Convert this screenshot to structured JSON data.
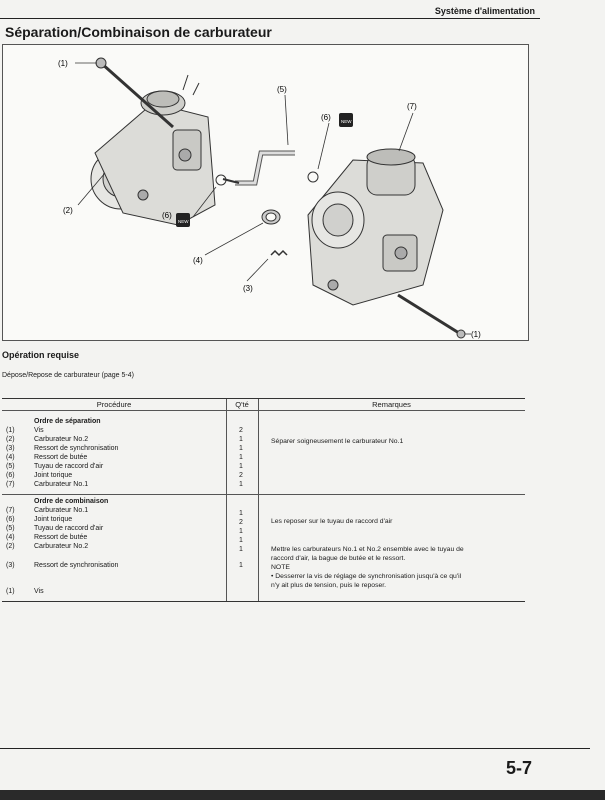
{
  "header": {
    "section": "Système d'alimentation",
    "title": "Séparation/Combinaison de carburateur"
  },
  "figure": {
    "callouts": [
      "(1)",
      "(2)",
      "(3)",
      "(4)",
      "(5)",
      "(6)",
      "(7)"
    ],
    "new_tag": "NEW"
  },
  "operation": {
    "title": "Opération requise",
    "text": "Dépose/Repose de carburateur (page 5-4)"
  },
  "table": {
    "headers": {
      "procedure": "Procédure",
      "qty": "Q'té",
      "remarks": "Remarques"
    },
    "separation": {
      "subtitle": "Ordre de séparation",
      "rows": [
        {
          "num": "(1)",
          "part": "Vis",
          "qty": "2"
        },
        {
          "num": "(2)",
          "part": "Carburateur No.2",
          "qty": "1"
        },
        {
          "num": "(3)",
          "part": "Ressort de synchronisation",
          "qty": "1"
        },
        {
          "num": "(4)",
          "part": "Ressort de butée",
          "qty": "1"
        },
        {
          "num": "(5)",
          "part": "Tuyau de raccord d'air",
          "qty": "1"
        },
        {
          "num": "(6)",
          "part": "Joint torique",
          "qty": "2"
        },
        {
          "num": "(7)",
          "part": "Carburateur No.1",
          "qty": "1"
        }
      ],
      "remark": "Séparer soigneusement le carburateur No.1"
    },
    "combination": {
      "subtitle": "Ordre de combinaison",
      "rows": [
        {
          "num": "(7)",
          "part": "Carburateur No.1",
          "qty": "1"
        },
        {
          "num": "(6)",
          "part": "Joint torique",
          "qty": "2"
        },
        {
          "num": "(5)",
          "part": "Tuyau de raccord d'air",
          "qty": "1"
        },
        {
          "num": "(4)",
          "part": "Ressort de butée",
          "qty": "1"
        },
        {
          "num": "(2)",
          "part": "Carburateur No.2",
          "qty": "1"
        }
      ],
      "row3": {
        "num": "(3)",
        "part": "Ressort de synchronisation",
        "qty": "1"
      },
      "row1": {
        "num": "(1)",
        "part": "Vis"
      },
      "remark_1": "Les reposer sur le tuyau de raccord d'air",
      "remark_2": [
        "Mettre les carburateurs No.1 et No.2 ensemble avec le tuyau de",
        "raccord d'air, la bague de butée et le ressort.",
        "NOTE",
        "• Desserrer la vis de réglage de synchronisation jusqu'à ce qu'il",
        "  n'y ait plus de tension, puis le reposer."
      ]
    }
  },
  "footer": {
    "page_number": "5-7"
  }
}
